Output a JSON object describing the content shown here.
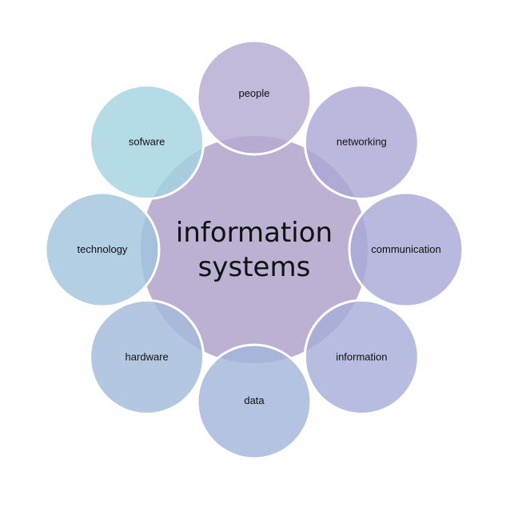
{
  "diagram": {
    "center": {
      "line1": "information",
      "line2": "systems",
      "color": "#bcb0d3"
    },
    "nodes": [
      {
        "label": "people",
        "color": "#b6a9d2"
      },
      {
        "label": "networking",
        "color": "#aca8d6"
      },
      {
        "label": "communication",
        "color": "#a9a9d8"
      },
      {
        "label": "information",
        "color": "#a6afd9"
      },
      {
        "label": "data",
        "color": "#a3b6db"
      },
      {
        "label": "hardware",
        "color": "#a3bbdb"
      },
      {
        "label": "technology",
        "color": "#a1c5dd"
      },
      {
        "label": "sofware",
        "color": "#a3d3e0"
      }
    ]
  }
}
